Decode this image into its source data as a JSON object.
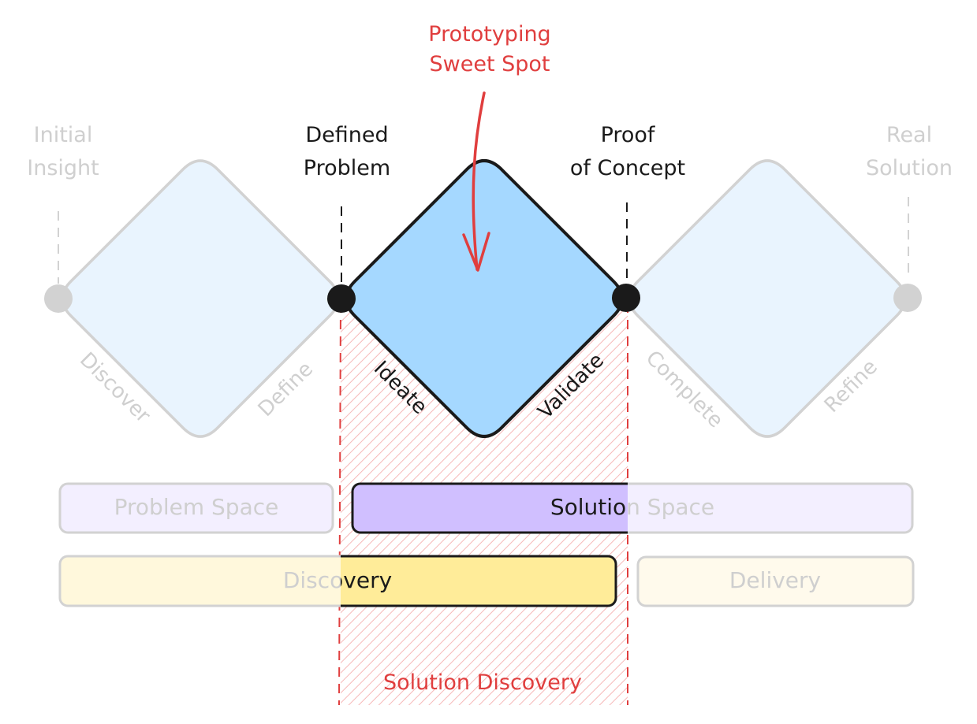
{
  "colors": {
    "faded": "#d2d2d2",
    "faded_text": "#cfcfcf",
    "ink": "#1a1a1a",
    "accent_red": "#e03e3e",
    "diamond_faded_fill": "#e9f4fe",
    "diamond_active_fill": "#a5d8ff",
    "hatch": "#f6b8b8",
    "problem_space_fill": "#f3efff",
    "solution_space_fill": "#d0bfff",
    "discovery_fill": "#fff8dc",
    "discovery_active_fill": "#ffec99",
    "delivery_fill": "#fffaec"
  },
  "callout": {
    "line1": "Prototyping",
    "line2": "Sweet Spot"
  },
  "milestones": {
    "initial": {
      "line1": "Initial",
      "line2": "Insight"
    },
    "defined": {
      "line1": "Defined",
      "line2": "Problem"
    },
    "proof": {
      "line1": "Proof",
      "line2": "of Concept"
    },
    "real": {
      "line1": "Real",
      "line2": "Solution"
    }
  },
  "phases": {
    "discover": "Discover",
    "define": "Define",
    "ideate": "Ideate",
    "validate": "Validate",
    "complete": "Complete",
    "refine": "Refine"
  },
  "bars": {
    "problem_space": "Problem Space",
    "solution_space": "Solution Space",
    "discovery": "Discovery",
    "delivery": "Delivery"
  },
  "zone_label": "Solution Discovery"
}
